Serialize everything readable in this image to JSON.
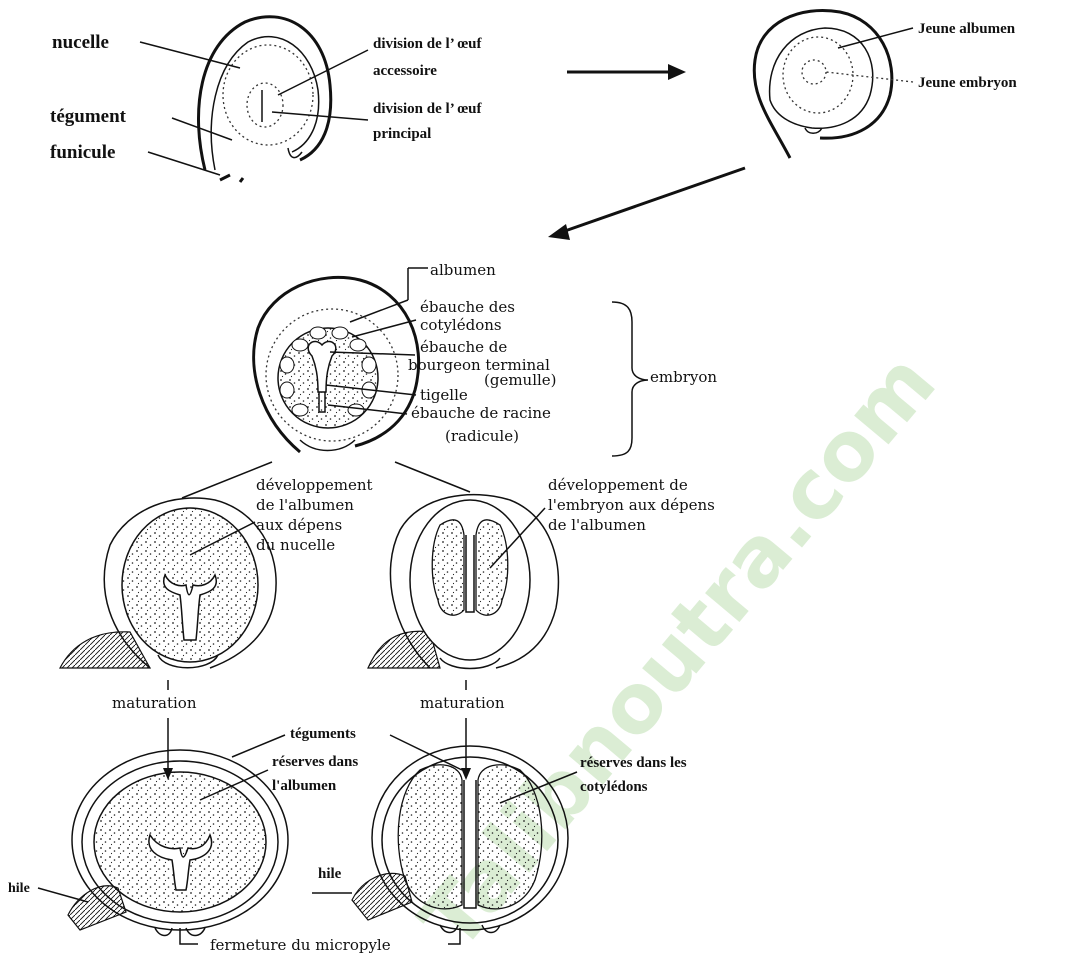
{
  "stage1": {
    "nucelle": "nucelle",
    "tegument": "tégument",
    "funicule": "funicule",
    "div_accessoire_1": "division de l’ œuf",
    "div_accessoire_2": "accessoire",
    "div_principal_1": "division de l’ œuf",
    "div_principal_2": "principal"
  },
  "stage2": {
    "jeune_albumen": "Jeune albumen",
    "jeune_embryon": "Jeune embryon"
  },
  "stage3": {
    "albumen": "albumen",
    "ebauche_cotyledons_1": "ébauche des",
    "ebauche_cotyledons_2": "cotylédons",
    "ebauche_bourgeon_1": "ébauche de",
    "ebauche_bourgeon_2": "bourgeon terminal",
    "gemulle": "(gemulle)",
    "tigelle": "tigelle",
    "ebauche_racine": "ébauche de racine",
    "radicule": "(radicule)",
    "embryon": "embryon"
  },
  "stage4_left": {
    "line1": "développement",
    "line2": "de l'albumen",
    "line3": "aux dépens",
    "line4": "du nucelle"
  },
  "stage4_right": {
    "line1": "développement de",
    "line2": "l'embryon aux dépens",
    "line3": "de l'albumen"
  },
  "maturation_left": "maturation",
  "maturation_right": "maturation",
  "stage5": {
    "teguments": "téguments",
    "reserves_albumen_1": "réserves dans",
    "reserves_albumen_2": "l'albumen",
    "reserves_cotyledons_1": "réserves dans les",
    "reserves_cotyledons_2": "cotylédons",
    "hile_left": "hile",
    "hile_right": "hile",
    "fermeture": "fermeture du micropyle"
  },
  "watermark": "Talibnoutra.com"
}
